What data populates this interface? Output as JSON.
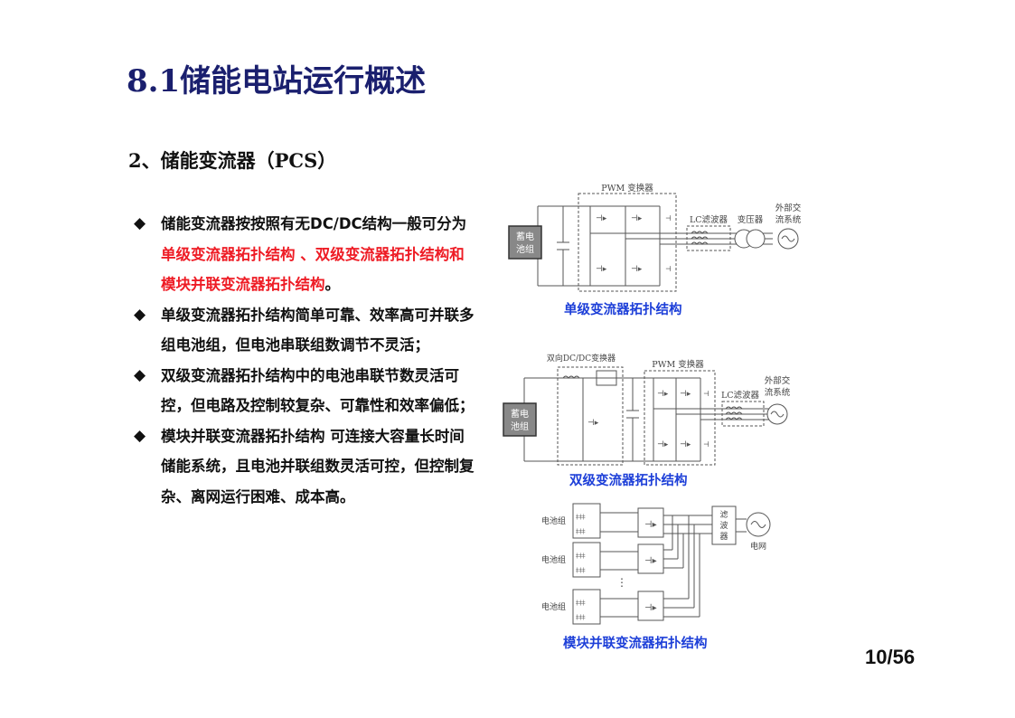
{
  "slide": {
    "title": "8.1储能电站运行概述",
    "subtitle": "2、储能变流器（PCS）",
    "page_number": "10/56"
  },
  "bullets": [
    {
      "segments": [
        {
          "text": "储能变流器按按照有无DC/DC结构一般可分为",
          "color": "#111111"
        },
        {
          "text": "单级变流器拓扑结构 、双级变流器拓扑结构和模块并联变流器拓扑结构",
          "color": "#ee1c25"
        },
        {
          "text": "。",
          "color": "#111111"
        }
      ]
    },
    {
      "segments": [
        {
          "text": "单级变流器拓扑结构简单可靠、效率高可并联多组电池组，但电池串联组数调节不灵活；",
          "color": "#111111"
        }
      ]
    },
    {
      "segments": [
        {
          "text": "双级变流器拓扑结构中的电池串联节数灵活可控，但电路及控制较复杂、可靠性和效率偏低；",
          "color": "#111111"
        }
      ]
    },
    {
      "segments": [
        {
          "text": "模块并联变流器拓扑结构 可连接大容量长时间储能系统，且电池并联组数灵活可控，但控制复杂、离网运行困难、成本高。",
          "color": "#111111"
        }
      ]
    }
  ],
  "bullet_symbol": "◆",
  "figures": {
    "single_stage": {
      "caption": "单级变流器拓扑结构",
      "labels": {
        "pwm": "PWM 变换器",
        "battery_line1": "蓄电",
        "battery_line2": "池组",
        "lc_filter": "LC滤波器",
        "transformer": "变压器",
        "external_line1": "外部交",
        "external_line2": "流系统"
      }
    },
    "two_stage": {
      "caption": "双级变流器拓扑结构",
      "labels": {
        "dcdc": "双向DC/DC变换器",
        "pwm": "PWM 变换器",
        "battery_line1": "蓄电",
        "battery_line2": "池组",
        "lc_filter": "LC滤波器",
        "external_line1": "外部交",
        "external_line2": "流系统"
      }
    },
    "modular": {
      "caption": "模块并联变流器拓扑结构",
      "labels": {
        "battery_1": "电池组",
        "battery_2": "电池组",
        "battery_3": "电池组",
        "filter_1": "滤",
        "filter_2": "波",
        "filter_3": "器",
        "grid": "电网",
        "ellipsis": "⋮"
      }
    }
  },
  "colors": {
    "title": "#1a1f6e",
    "highlight_red": "#ee1c25",
    "caption_blue": "#1d3fd8"
  }
}
